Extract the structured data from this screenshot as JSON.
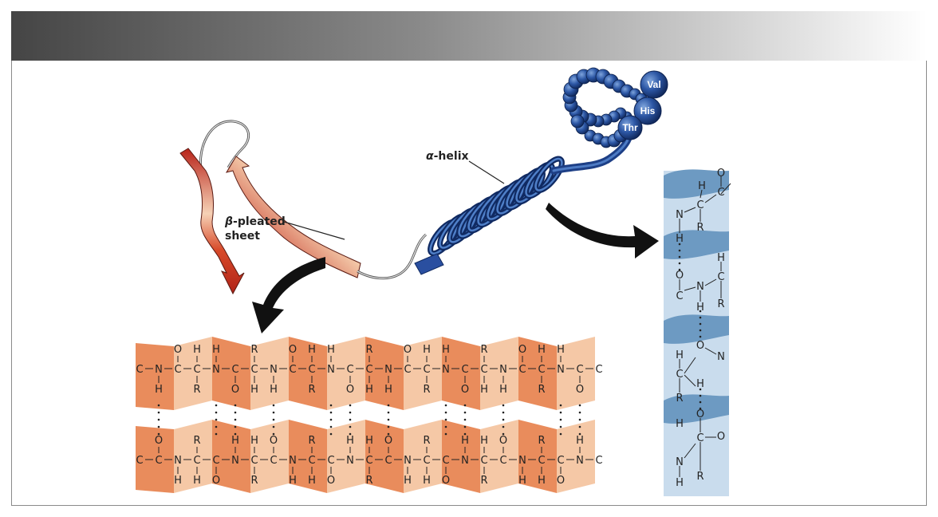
{
  "labels": {
    "beta_symbol": "β",
    "beta_line1": "-pleated",
    "beta_line2": "sheet",
    "alpha_symbol": "α",
    "alpha_text": "-helix"
  },
  "residues": [
    "Val",
    "His",
    "Thr"
  ],
  "colors": {
    "header_start": "#454545",
    "header_end": "#ffffff",
    "sheet_dark": "#e98c5c",
    "sheet_light": "#f5c8a6",
    "helix_light": "#c9dced",
    "helix_dark": "#6d9ac2",
    "ribbon_blue": "#1d3f86",
    "ribbon_red": "#c0281c",
    "arrow": "#111111"
  }
}
